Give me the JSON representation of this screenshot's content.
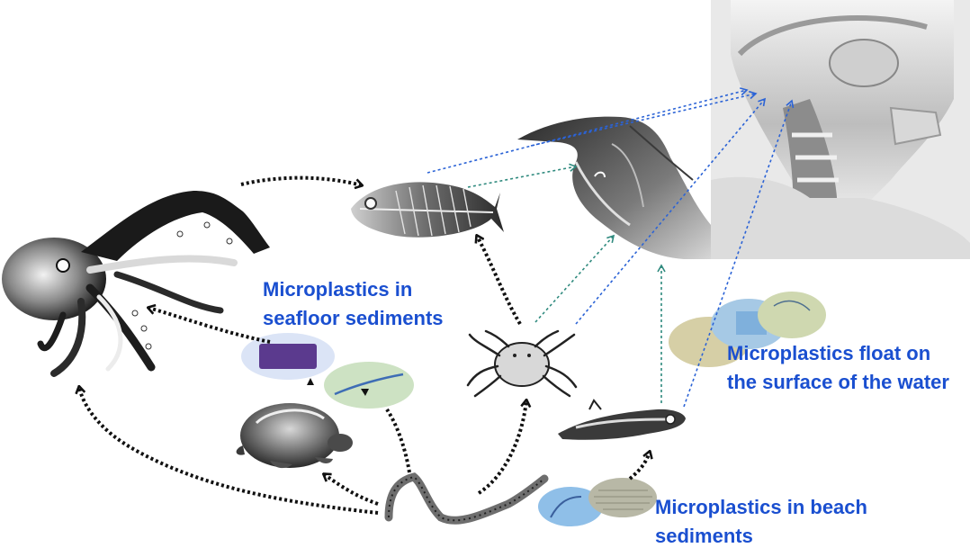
{
  "labels": {
    "seafloor": {
      "line1": "Microplastics in",
      "line2": "seafloor sediments"
    },
    "float": {
      "line1": "Microplastics  float on",
      "line2": "the surface of the water"
    },
    "beach": {
      "line1": "Microplastics in beach",
      "line2": "sediments"
    }
  },
  "colors": {
    "label_text": "#1a4fd0",
    "food_chain_arrow": "#111111",
    "blue_transfer_arrow": "#2b63d6",
    "teal_transfer_arrow": "#2f8a7e"
  },
  "organisms": [
    "octopus-xray-icon",
    "fish-xray-icon",
    "seabird-xray-icon",
    "human-skull-xray-icon",
    "crab-icon",
    "sea-turtle-icon",
    "seahorse-xray-icon",
    "marine-worm-icon"
  ],
  "samples": [
    "seafloor-sample-purple",
    "seafloor-sample-green",
    "surface-sample-orange",
    "surface-sample-blue",
    "surface-sample-green",
    "beach-sample-blue",
    "beach-sample-mesh"
  ]
}
